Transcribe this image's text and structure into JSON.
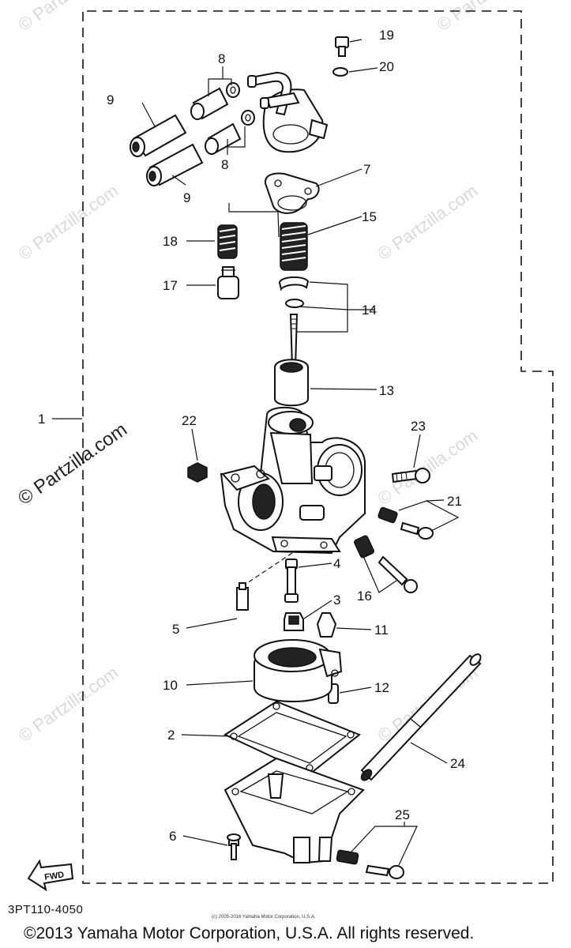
{
  "diagram": {
    "code": "3PT110-4050",
    "small_copyright": "(c) 2005-2016 Yamaha Motor Corporation, U.S.A.",
    "footer_copyright": "©2013 Yamaha Motor Corporation, U.S.A. All rights reserved.",
    "fwd_label": "FWD",
    "watermark": "© Partzilla.com",
    "callouts": {
      "c1": "1",
      "c2": "2",
      "c3": "3",
      "c4": "4",
      "c5": "5",
      "c6": "6",
      "c7": "7",
      "c8a": "8",
      "c8b": "8",
      "c9a": "9",
      "c9b": "9",
      "c10": "10",
      "c11": "11",
      "c12": "12",
      "c13": "13",
      "c14": "14",
      "c15": "15",
      "c16": "16",
      "c17": "17",
      "c18": "18",
      "c19": "19",
      "c20": "20",
      "c21": "21",
      "c22": "22",
      "c23": "23",
      "c24": "24",
      "c25": "25"
    }
  }
}
